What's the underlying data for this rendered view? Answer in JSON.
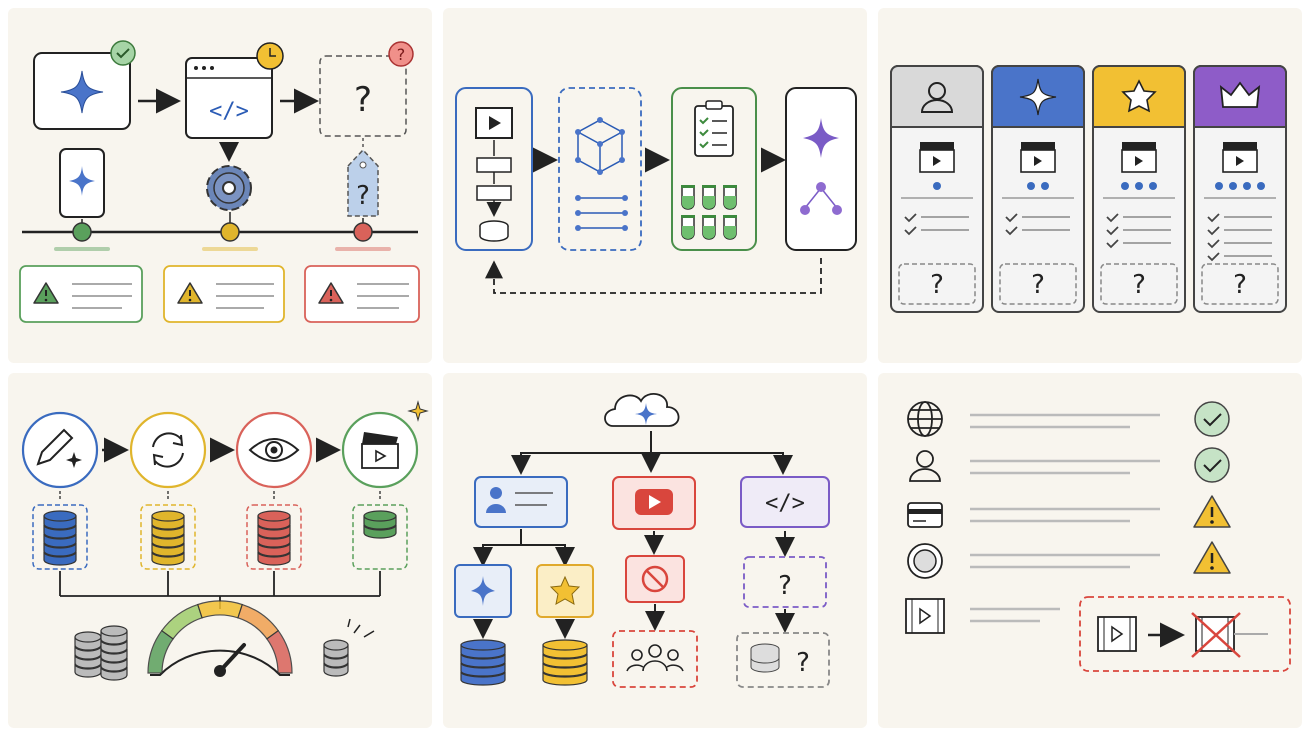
{
  "diagram_1": {
    "stages": [
      {
        "name": "concept",
        "status_color": "#5aa05c",
        "warning_color": "#5aa05c"
      },
      {
        "name": "code",
        "status_color": "#e0b52c",
        "warning_color": "#e0b52c"
      },
      {
        "name": "unknown",
        "status_color": "#d9625a",
        "warning_color": "#d9625a"
      }
    ],
    "unknown_mark": "?"
  },
  "diagram_2": {
    "step_colors": [
      "#3a6bbf",
      "#3a6bbf",
      "#4a8f4a",
      "#222222"
    ],
    "spark_color": "#7a5bc6"
  },
  "diagram_3": {
    "tiers": [
      {
        "name": "user",
        "color": "#d9d9d9",
        "dots": 1,
        "checks": 2,
        "mark": "?"
      },
      {
        "name": "spark",
        "color": "#4a74c9",
        "dots": 2,
        "checks": 2,
        "mark": "?"
      },
      {
        "name": "star",
        "color": "#f2c033",
        "dots": 3,
        "checks": 3,
        "mark": "?"
      },
      {
        "name": "crown",
        "color": "#8e5cc8",
        "dots": 4,
        "checks": 4,
        "mark": "?"
      }
    ]
  },
  "diagram_4": {
    "steps": [
      {
        "name": "edit",
        "color": "#3a6bbf"
      },
      {
        "name": "refresh",
        "color": "#e0b52c"
      },
      {
        "name": "view",
        "color": "#d9625a"
      },
      {
        "name": "video",
        "color": "#5aa05c"
      }
    ]
  },
  "diagram_5": {
    "branches": [
      {
        "name": "profile",
        "color": "#3a6bbf"
      },
      {
        "name": "video",
        "color": "#d9463d"
      },
      {
        "name": "code",
        "color": "#7a5bc6"
      }
    ],
    "code_glyph": "</>",
    "unknown_mark": "?"
  },
  "diagram_6": {
    "rows": [
      {
        "icon": "globe-icon",
        "status": "ok"
      },
      {
        "icon": "person-icon",
        "status": "ok"
      },
      {
        "icon": "card-icon",
        "status": "warning"
      },
      {
        "icon": "coin-icon",
        "status": "warning"
      },
      {
        "icon": "film-icon",
        "status": "blocked"
      }
    ],
    "ok_color": "#5aa05c",
    "warn_color": "#f2c033",
    "block_color": "#d9463d"
  }
}
